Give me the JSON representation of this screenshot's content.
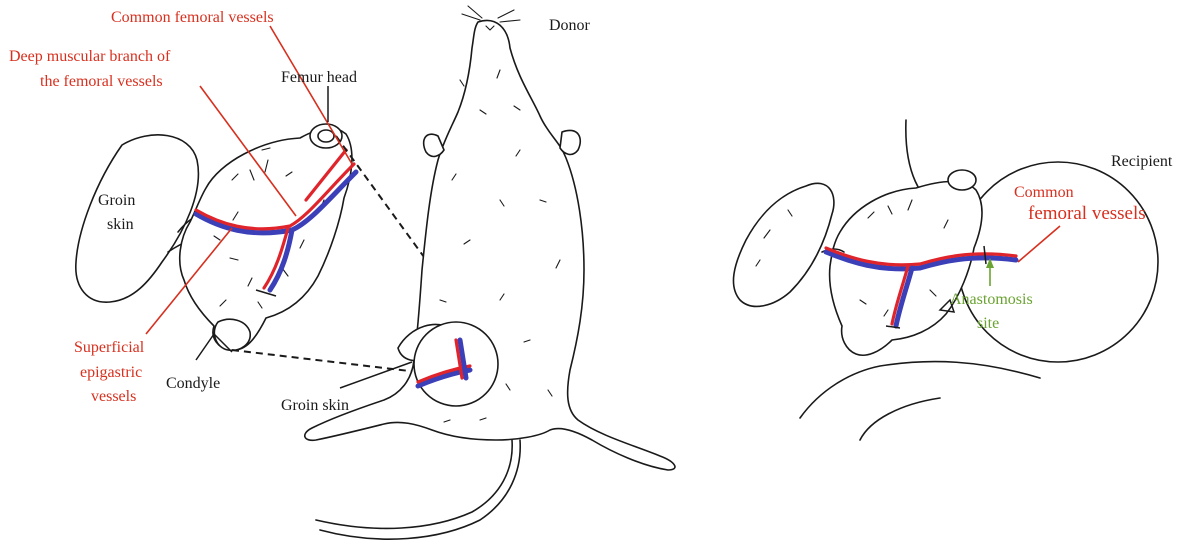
{
  "labels": {
    "donor": "Donor",
    "recipient": "Recipient",
    "common_femoral": "Common femoral vessels",
    "deep_branch_line1": "Deep muscular branch of",
    "deep_branch_line2": "the femoral vessels",
    "femur_head": "Femur head",
    "groin_skin_left_line1": "Groin",
    "groin_skin_left_line2": "skin",
    "superficial_line1": "Superficial",
    "superficial_line2": "epigastric",
    "superficial_line3": "vessels",
    "condyle": "Condyle",
    "groin_skin_center": "Groin skin",
    "recipient_common_line1": "Common",
    "recipient_common_line2": "femoral vessels",
    "anastomosis_line1": "Anastomosis",
    "anastomosis_line2": "site"
  },
  "colors": {
    "label_red": "#d7301f",
    "label_green": "#6aa331",
    "artery_red": "#e0242b",
    "vein_blue": "#3b3fb8",
    "ink": "#1a1a1a"
  }
}
